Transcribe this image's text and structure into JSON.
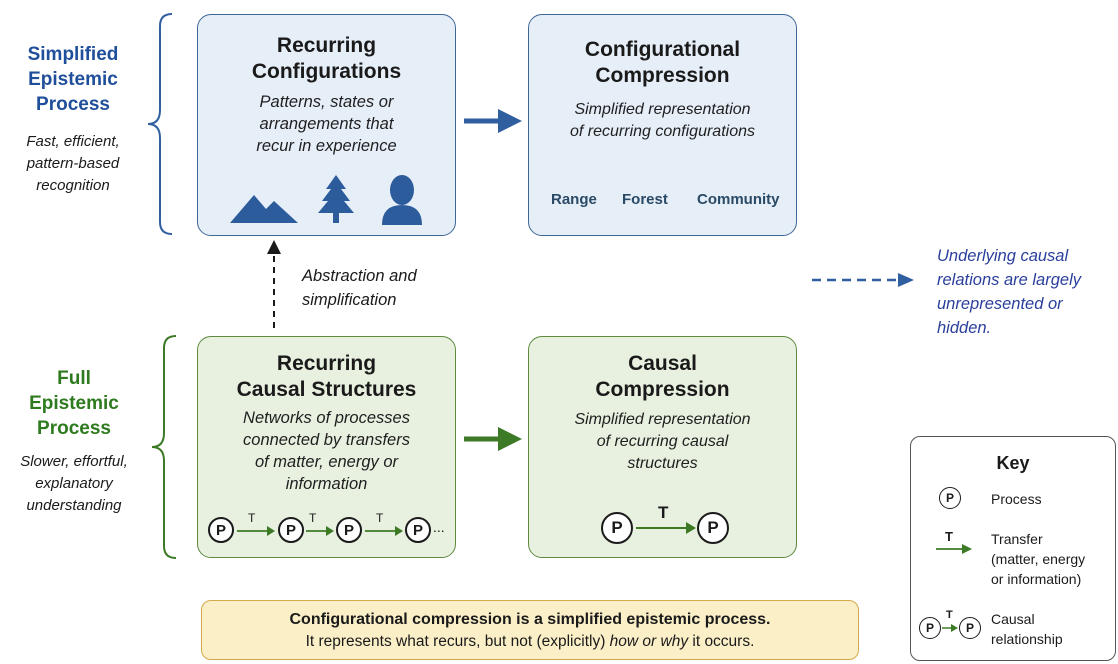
{
  "simplified": {
    "title_line1": "Simplified",
    "title_line2": "Epistemic",
    "title_line3": "Process",
    "sub_line1": "Fast, efficient,",
    "sub_line2": "pattern-based",
    "sub_line3": "recognition"
  },
  "full": {
    "title_line1": "Full",
    "title_line2": "Epistemic",
    "title_line3": "Process",
    "sub_line1": "Slower, effortful,",
    "sub_line2": "explanatory",
    "sub_line3": "understanding"
  },
  "recurring_configurations": {
    "title_line1": "Recurring",
    "title_line2": "Configurations",
    "desc_line1": "Patterns, states or",
    "desc_line2": "arrangements that",
    "desc_line3": "recur in experience",
    "icons": [
      "mountain-icon",
      "tree-icon",
      "person-icon"
    ]
  },
  "configurational_compression": {
    "title_line1": "Configurational",
    "title_line2": "Compression",
    "desc_line1": "Simplified representation",
    "desc_line2": "of recurring configurations",
    "labels": [
      "Range",
      "Forest",
      "Community"
    ]
  },
  "recurring_causal": {
    "title_line1": "Recurring",
    "title_line2": "Causal Structures",
    "desc_line1": "Networks of processes",
    "desc_line2": "connected by transfers",
    "desc_line3": "of matter, energy or",
    "desc_line4": "information",
    "chain_node": "P",
    "chain_transfer": "T",
    "chain_ellipsis": "..."
  },
  "causal_compression": {
    "title_line1": "Causal",
    "title_line2": "Compression",
    "desc_line1": "Simplified representation",
    "desc_line2": "of recurring causal",
    "desc_line3": "structures",
    "node": "P",
    "transfer": "T"
  },
  "abstraction": {
    "line1": "Abstraction and",
    "line2": "simplification"
  },
  "hidden": {
    "line1": "Underlying causal",
    "line2": "relations are largely",
    "line3": "unrepresented or",
    "line4": "hidden."
  },
  "note": {
    "line1": "Configurational compression is a simplified epistemic process.",
    "line2_pre": "It represents what recurs, but not (explicitly) ",
    "line2_em": "how or why",
    "line2_post": " it occurs."
  },
  "key": {
    "title": "Key",
    "process_symbol": "P",
    "process_label": "Process",
    "transfer_symbol": "T",
    "transfer_label_line1": "Transfer",
    "transfer_label_line2": "(matter, energy",
    "transfer_label_line3": "or information)",
    "causal_label_line1": "Causal",
    "causal_label_line2": "relationship"
  },
  "colors": {
    "blue_accent": "#2f5f9e",
    "green_accent": "#3c7a25",
    "green_title": "#2e7a1e",
    "blue_title": "#1f4e9a",
    "hidden_text": "#2a3f9c",
    "note_fill": "#fbefc8"
  }
}
